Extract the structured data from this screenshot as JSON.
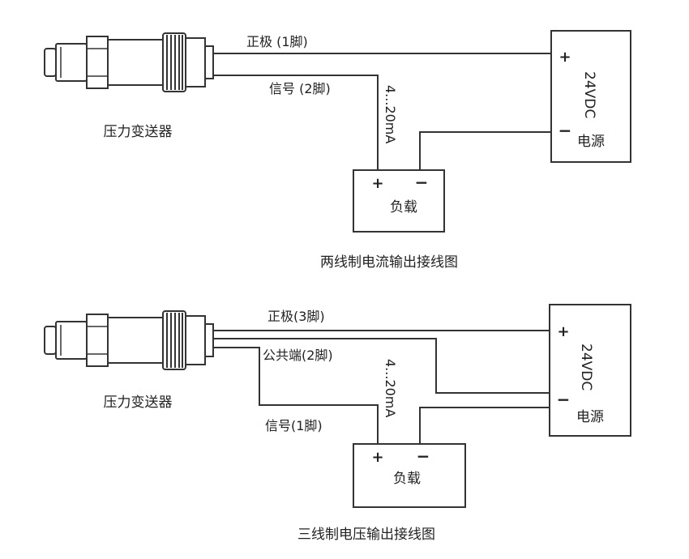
{
  "diagram1": {
    "sensor_label": "压力变送器",
    "wire_positive": "正极 (1脚)",
    "wire_signal": "信号 (2脚)",
    "current_label": "4...20mA",
    "power_voltage": "24VDC",
    "power_label": "电源",
    "load_label": "负载",
    "plus": "+",
    "minus": "−",
    "caption": "两线制电流输出接线图"
  },
  "diagram2": {
    "sensor_label": "压力变送器",
    "wire_positive": "正极(3脚)",
    "wire_common": "公共端(2脚)",
    "wire_signal": "信号(1脚)",
    "current_label": "4...20mA",
    "power_voltage": "24VDC",
    "power_label": "电源",
    "load_label": "负载",
    "plus": "+",
    "minus": "−",
    "caption": "三线制电压输出接线图"
  },
  "colors": {
    "line": "#333333",
    "text": "#222222"
  }
}
